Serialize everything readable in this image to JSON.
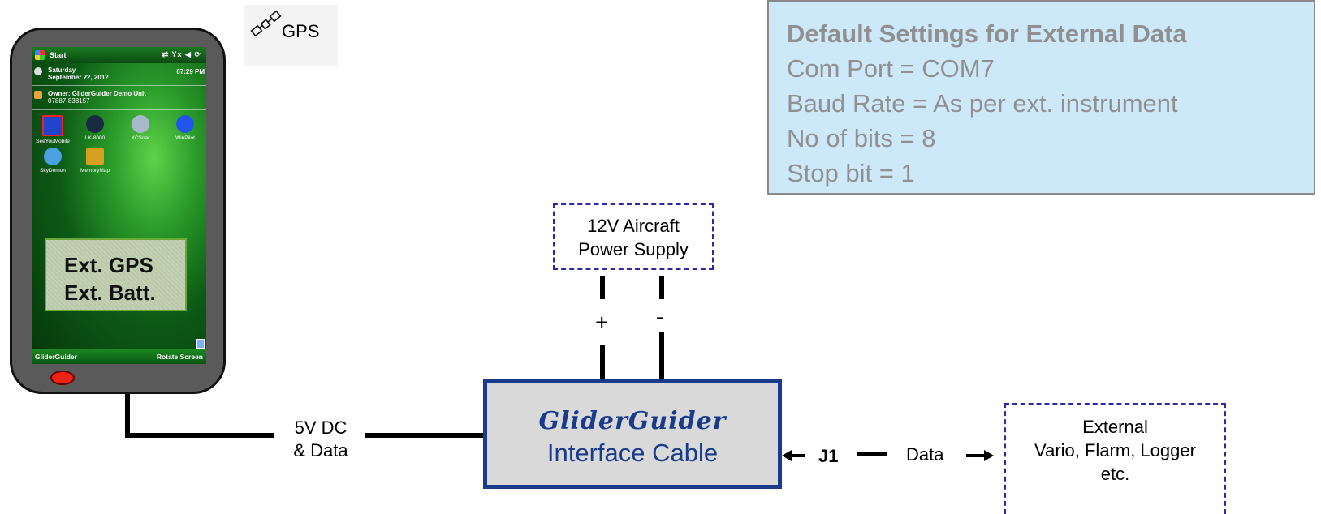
{
  "phone": {
    "status_start": "Start",
    "status_icons": "⇄ Yx ◀ ⟳",
    "date_day": "Saturday",
    "date_full": "September 22, 2012",
    "time": "07:29 PM",
    "owner_line": "Owner: GliderGuider Demo Unit",
    "phone_number": "07887-838157",
    "apps": [
      "SeeYouMobile",
      "LK-8000",
      "XCSoar",
      "WinPilot",
      "SkyDemon",
      "MemoryMap"
    ],
    "ext_gps": "Ext. GPS",
    "ext_batt": "Ext. Batt.",
    "softkey_left": "GliderGuider",
    "softkey_right": "Rotate Screen"
  },
  "gps_label": "GPS",
  "settings": {
    "title": "Default Settings for External Data",
    "lines": [
      "Com Port = COM7",
      "Baud Rate = As per ext. instrument",
      "No of bits = 8",
      "Stop bit = 1"
    ]
  },
  "power_supply": {
    "line1": "12V Aircraft",
    "line2": "Power Supply",
    "plus": "+",
    "minus": "-"
  },
  "cable_label": {
    "line1": "5V DC",
    "line2": "& Data"
  },
  "interface": {
    "brand": "GliderGuider",
    "name": "Interface Cable"
  },
  "connector": "J1",
  "data_label": "Data",
  "external": {
    "line1": "External",
    "line2": "Vario, Flarm, Logger",
    "line3": "etc."
  },
  "colors": {
    "wire": "#000000",
    "dashed": "#2a2aa8",
    "interface_border": "#1a3a8c",
    "settings_bg": "#cde8f8",
    "settings_text": "#909090"
  }
}
